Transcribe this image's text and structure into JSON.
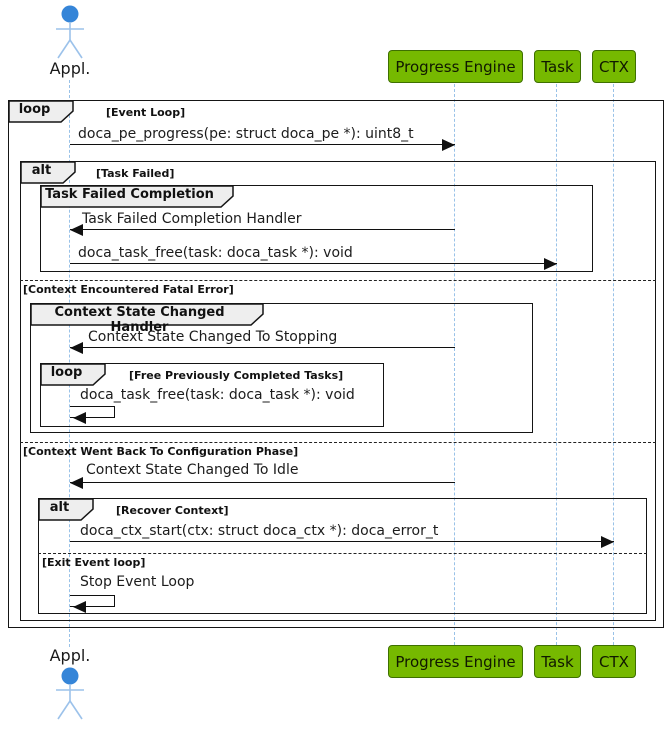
{
  "diagram": {
    "participants": {
      "appl": {
        "label": "Appl."
      },
      "pe": {
        "label": "Progress Engine"
      },
      "task": {
        "label": "Task"
      },
      "ctx": {
        "label": "CTX"
      }
    },
    "frames": {
      "event_loop": {
        "operator": "loop",
        "condition": "[Event Loop]"
      },
      "task_failed": {
        "operator": "alt",
        "condition": "[Task Failed]"
      },
      "task_failed_completion": {
        "title": "Task Failed Completion"
      },
      "context_state_changed_handler": {
        "title": "Context State Changed Handler"
      },
      "free_tasks_loop": {
        "operator": "loop",
        "condition": "[Free Previously Completed Tasks]"
      },
      "recover_context": {
        "operator": "alt",
        "condition": "[Recover Context]"
      }
    },
    "dividers": {
      "fatal_error": "[Context Encountered Fatal Error]",
      "config_phase": "[Context Went Back To Configuration Phase]",
      "exit_event_loop": "[Exit Event loop]"
    },
    "messages": {
      "pe_progress": "doca_pe_progress(pe: struct doca_pe *): uint8_t",
      "task_failed_handler": "Task Failed Completion Handler",
      "task_free_1": "doca_task_free(task: doca_task *): void",
      "state_stopping": "Context State Changed To Stopping",
      "task_free_2": "doca_task_free(task: doca_task *): void",
      "state_idle": "Context State Changed To Idle",
      "ctx_start": "doca_ctx_start(ctx: struct doca_ctx *): doca_error_t",
      "stop_event_loop": "Stop Event Loop"
    },
    "colors": {
      "participant_fill": "#76B900",
      "participant_border": "#3E7000",
      "lifeline": "#99C2E8",
      "actor_head": "#3585D8",
      "actor_limbs": "#9CC2EA",
      "frame_border": "#151515",
      "pentagon_fill": "#EEEEEE"
    }
  }
}
